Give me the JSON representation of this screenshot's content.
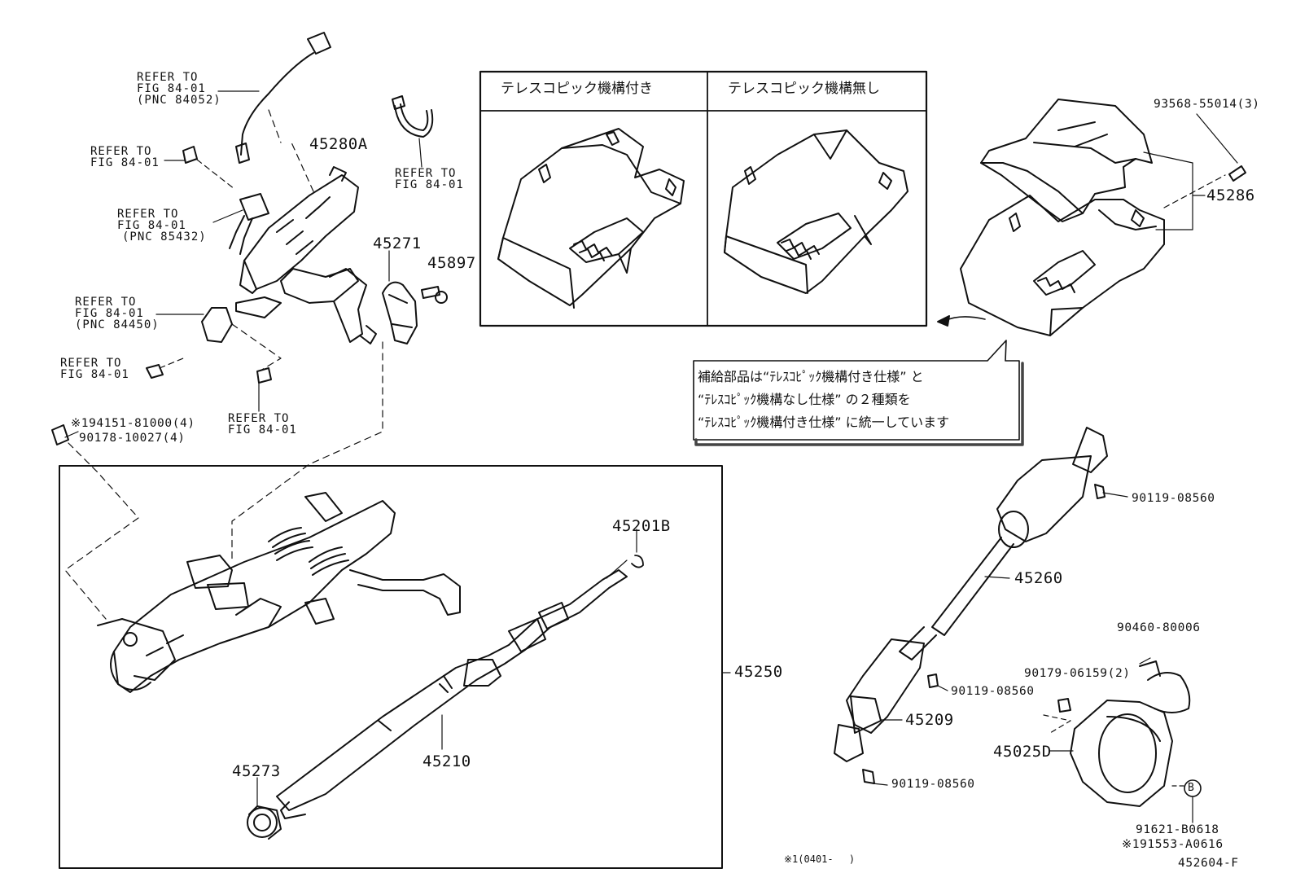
{
  "colors": {
    "ink": "#111111",
    "paper": "#ffffff"
  },
  "inset_box": {
    "with_tele": "テレスコピック機構付き",
    "without_tele": "テレスコピック機構無し"
  },
  "note": {
    "line1": "補給部品は“ﾃﾚｽｺﾋﾟｯｸ機構付き仕様” と",
    "line2": "“ﾃﾚｽｺﾋﾟｯｸ機構なし仕様” の２種類を",
    "line3": "“ﾃﾚｽｺﾋﾟｯｸ機構付き仕様” に統一しています"
  },
  "refs": {
    "r1": {
      "l1": "REFER TO",
      "l2": "FIG 84-01",
      "l3": "(PNC 84052)"
    },
    "r2": {
      "l1": "REFER TO",
      "l2": "FIG 84-01"
    },
    "r3": {
      "l1": "REFER TO",
      "l2": "FIG 84-01",
      "l3": "(PNC 85432)"
    },
    "r4": {
      "l1": "REFER TO",
      "l2": "FIG 84-01",
      "l3": "(PNC 84450)"
    },
    "r5": {
      "l1": "REFER TO",
      "l2": "FIG 84-01"
    },
    "r6": {
      "l1": "REFER TO",
      "l2": "FIG 84-01"
    },
    "r7": {
      "l1": "REFER TO",
      "l2": "FIG 84-01"
    }
  },
  "parts": {
    "p45280A": "45280A",
    "p45271": "45271",
    "p45897": "45897",
    "p93568": "93568-55014(3)",
    "p45286": "45286",
    "p194151": "※194151-81000(4)",
    "p90178": "90178-10027(4)",
    "p45201B": "45201B",
    "p45250": "45250",
    "p45210": "45210",
    "p45273": "45273",
    "p90119a": "90119-08560",
    "p45260": "45260",
    "p90460": "90460-80006",
    "p90179": "90179-06159(2)",
    "p90119b": "90119-08560",
    "p45209": "45209",
    "p45025D": "45025D",
    "p90119c": "90119-08560",
    "pB": "B",
    "p91621": "91621-B0618",
    "p91553": "※191553-A0616",
    "footnote": "※1(0401-　 )",
    "figno": "452604-F"
  }
}
